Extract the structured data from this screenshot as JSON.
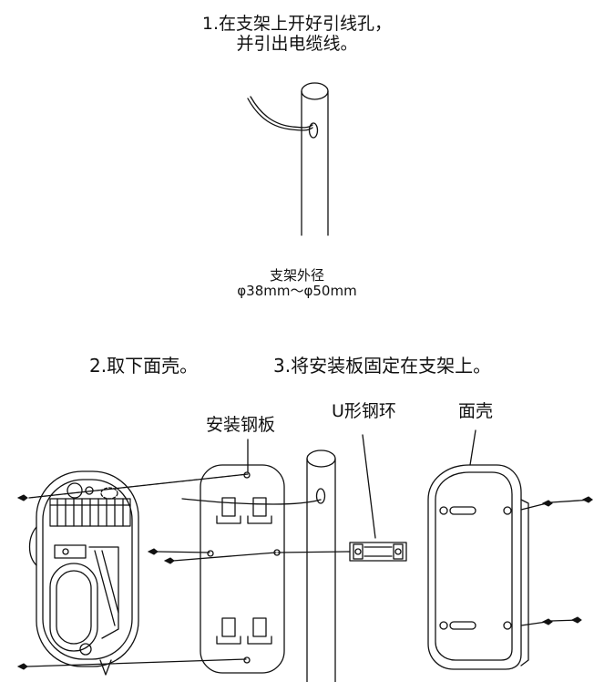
{
  "steps": {
    "step1_line1": "1.在支架上开好引线孔，",
    "step1_line2": "并引出电缆线。",
    "step2": "2.取下面壳。",
    "step3": "3.将安装板固定在支架上。"
  },
  "spec": {
    "line1": "支架外径",
    "line2": "φ38mm～φ50mm"
  },
  "labels": {
    "mounting_plate": "安装钢板",
    "u_ring": "U形钢环",
    "cover": "面壳"
  },
  "colors": {
    "line": "#111111",
    "background": "#ffffff"
  }
}
